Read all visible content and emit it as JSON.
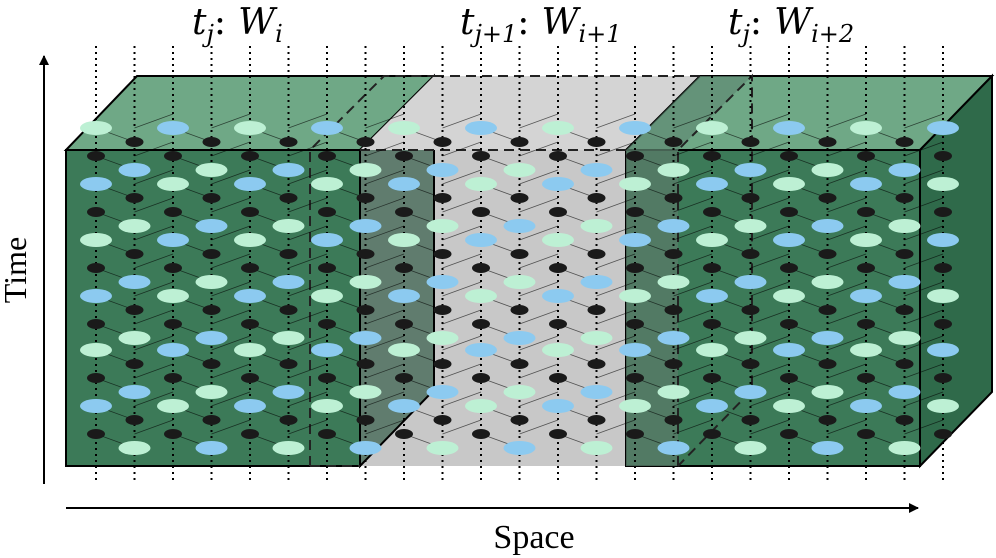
{
  "colors": {
    "green_front": "#3c7a58",
    "green_top": "#6fa886",
    "green_side": "#2f6a4a",
    "gray": "#c8c8c8",
    "node_dark": "#1a1a1a",
    "node_blue": "#8ccaf0",
    "node_mint": "#bdf0d4",
    "edge": "#000000"
  },
  "axes": {
    "time_label": "Time",
    "space_label": "Space"
  },
  "windows": [
    {
      "t_base": "t",
      "t_sub": "j",
      "sep": ":",
      "w_base": "W",
      "w_sub": "i"
    },
    {
      "t_base": "t",
      "t_sub": "j+1",
      "sep": ":",
      "w_base": "W",
      "w_sub": "i+1"
    },
    {
      "t_base": "t",
      "t_sub": "j",
      "sep": ":",
      "w_base": "W",
      "w_sub": "i+2"
    }
  ],
  "icons": {
    "time_arrow": "arrow-up-icon",
    "space_arrow": "arrow-right-icon"
  }
}
